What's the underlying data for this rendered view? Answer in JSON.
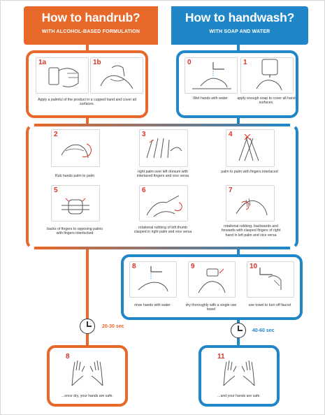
{
  "handrub": {
    "title": "How to handrub?",
    "subtitle": "WITH ALCOHOL-BASED FORMULATION",
    "time": "20-30 sec",
    "color": "#e8682a"
  },
  "handwash": {
    "title": "How to handwash?",
    "subtitle": "WITH SOAP AND WATER",
    "time": "40-60 sec",
    "color": "#1f86c8"
  },
  "accent_number_color": "#d9332a",
  "steps": {
    "s1a": {
      "num": "1a"
    },
    "s1b": {
      "num": "1b"
    },
    "s1_caption": "Apply a palmful of the product in a cupped hand and cover all surfaces.",
    "s0": {
      "num": "0",
      "caption": "Wet hands with water"
    },
    "s1": {
      "num": "1",
      "caption": "apply enough soap to cover all hand surfaces."
    },
    "s2": {
      "num": "2",
      "caption": "Rub hands palm to palm"
    },
    "s3": {
      "num": "3",
      "caption": "right palm over left dorsum with interlaced fingers and vice versa"
    },
    "s4": {
      "num": "4",
      "caption": "palm to palm with fingers interlaced"
    },
    "s5": {
      "num": "5",
      "caption": "backs of fingers to opposing palms with fingers interlocked"
    },
    "s6": {
      "num": "6",
      "caption": "rotational rubbing of left thumb clasped in right palm and vice versa"
    },
    "s7": {
      "num": "7",
      "caption": "rotational rubbing, backwards and forwards with clasped fingers of right hand in left palm and vice versa"
    },
    "s8w": {
      "num": "8",
      "caption": "rinse hands with water"
    },
    "s9": {
      "num": "9",
      "caption": "dry thoroughly with a single use towel"
    },
    "s10": {
      "num": "10",
      "caption": "use towel to turn off faucet"
    },
    "s8r": {
      "num": "8",
      "caption": "...once dry, your hands are safe."
    },
    "s11": {
      "num": "11",
      "caption": "...and your hands are safe."
    }
  },
  "icons": [
    "hand-illustration-icon",
    "clock-icon"
  ]
}
